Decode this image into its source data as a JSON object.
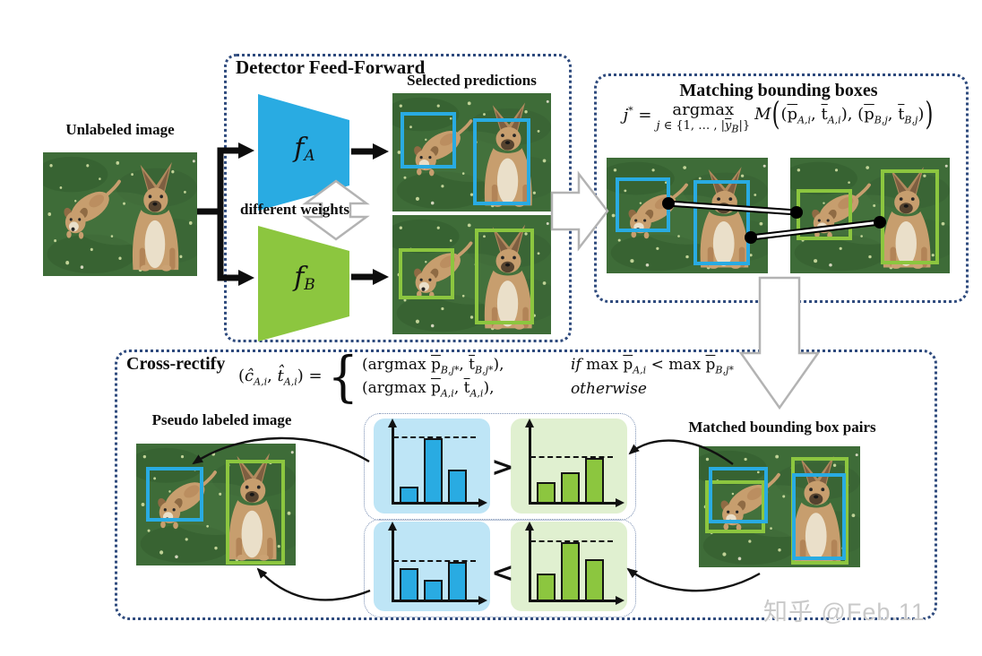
{
  "watermark": "知乎 @Feb.11",
  "labels": {
    "unlabeled": "Unlabeled image",
    "detector_title": "Detector Feed-Forward",
    "selected_predictions": "Selected predictions",
    "different_weights": "different weights",
    "fa_base": "f",
    "fa_sub": "A",
    "fb_base": "f",
    "fb_sub": "B",
    "matching_title": "Matching bounding boxes",
    "rectify_title": "Cross-rectify",
    "pseudo": "Pseudo labeled image",
    "matched_pairs": "Matched bounding box pairs",
    "op_row1": ">",
    "op_row2": "<"
  },
  "formulas": {
    "matching": {
      "lhs": "<i>j</i><sup>*</sup> = ",
      "argmax": "argmax",
      "under": "<i>j</i> ∈ {1, … , |<span class='ov'><i>y</i></span><sub><i>B</i></sub>|}",
      "operator": "<i>M</i>",
      "lparen": "(",
      "rparen": ")",
      "args": "(<span class='ov'>p</span><sub><i>A,i</i></sub>, <span class='ov'>t</span><sub><i>A,i</i></sub>), (<span class='ov'>p</span><sub><i>B,j</i></sub>, <span class='ov'>t</span><sub><i>B,j</i></sub>)"
    },
    "rectify": {
      "lhs": "(<i>ĉ</i><sub><i>A,i</i></sub>, <i>t̂</i><sub><i>A,i</i></sub>) =",
      "brace": "{",
      "case1": "(argmax <span class='ov'>p</span><sub><i>B,j*</i></sub>, <span class='ov'>t</span><sub><i>B,j*</i></sub>),",
      "cond1": "<i>if</i> max <span class='ov'>p</span><sub><i>A,i</i></sub> &lt; max <span class='ov'>p</span><sub><i>B,j*</i></sub>",
      "case2": "(argmax <span class='ov'>p</span><sub><i>A,i</i></sub>, <span class='ov'>t</span><sub><i>A,i</i></sub>),",
      "cond2": "<i>otherwise</i>"
    }
  },
  "colors": {
    "detector_a_blue": "#29ABE2",
    "detector_b_green": "#8CC63F",
    "bbox_blue": "#29ABE2",
    "bbox_green": "#8CC63F",
    "panel_blue": "#BEE5F6",
    "panel_green": "#E0F0D0",
    "dashed_border_navy": "#2E4A7D",
    "hollow_arrow_gray": "#B3B3B3"
  },
  "chart_data": [
    {
      "type": "bar",
      "name": "fA-confidence-case1-high",
      "values": [
        0.22,
        0.9,
        0.45
      ],
      "bar_color": "#29ABE2",
      "panel_bg": "#BEE5F6",
      "dashed_guide_at": 0.9,
      "comparison_to_pair": ">"
    },
    {
      "type": "bar",
      "name": "fB-confidence-case1-low",
      "values": [
        0.28,
        0.42,
        0.62
      ],
      "bar_color": "#8CC63F",
      "panel_bg": "#E0F0D0",
      "dashed_guide_at": 0.62,
      "comparison_to_pair": "<"
    },
    {
      "type": "bar",
      "name": "fA-confidence-case2-low",
      "values": [
        0.48,
        0.3,
        0.58
      ],
      "bar_color": "#29ABE2",
      "panel_bg": "#BEE5F6",
      "dashed_guide_at": 0.58,
      "comparison_to_pair": "<"
    },
    {
      "type": "bar",
      "name": "fB-confidence-case2-high",
      "values": [
        0.4,
        0.88,
        0.62
      ],
      "bar_color": "#8CC63F",
      "panel_bg": "#E0F0D0",
      "dashed_guide_at": 0.88,
      "comparison_to_pair": ">"
    }
  ]
}
